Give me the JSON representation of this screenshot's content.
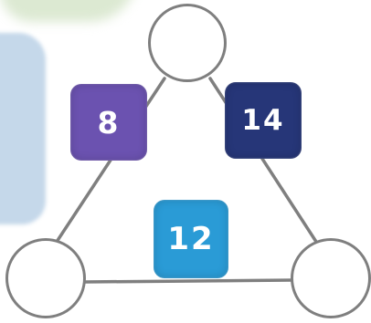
{
  "puzzle": {
    "edge_values": [
      {
        "id": "left",
        "label": "8",
        "color": "#6b52b0"
      },
      {
        "id": "right",
        "label": "14",
        "color": "#263678"
      },
      {
        "id": "bottom",
        "label": "12",
        "color": "#2a9bd6"
      }
    ],
    "vertex_slots": [
      "top",
      "bottom-left",
      "bottom-right"
    ]
  },
  "colors": {
    "line": "#7f7f7f",
    "wash_left": "#c5d8ea",
    "wash_top": "#dce9d2"
  }
}
